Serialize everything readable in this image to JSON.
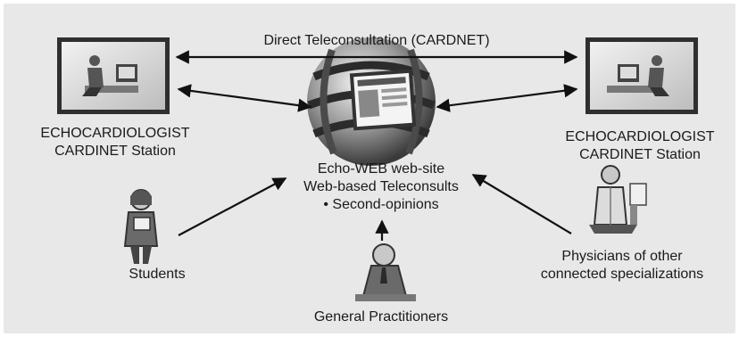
{
  "title": "Direct Teleconsultation (CARDNET)",
  "left_station": {
    "line1": "ECHOCARDIOLOGIST",
    "line2": "CARDINET Station"
  },
  "right_station": {
    "line1": "ECHOCARDIOLOGIST",
    "line2": "CARDINET Station"
  },
  "center": {
    "line1": "Echo-WEB web-site",
    "line2": "Web-based Teleconsults",
    "line3": "• Second-opinions"
  },
  "students": "Students",
  "physicians": {
    "line1": "Physicians of other",
    "line2": "connected specializations"
  },
  "general": "General Practitioners",
  "colors": {
    "panel": "#e8e8e8",
    "text": "#1a1a1a",
    "arrow": "#111111"
  },
  "icons": {
    "left_station": "monitor-clinician-icon",
    "right_station": "monitor-clinician-icon",
    "globe": "globe-website-icon",
    "students": "student-icon",
    "physician": "physician-icon",
    "general": "general-practitioner-icon"
  }
}
